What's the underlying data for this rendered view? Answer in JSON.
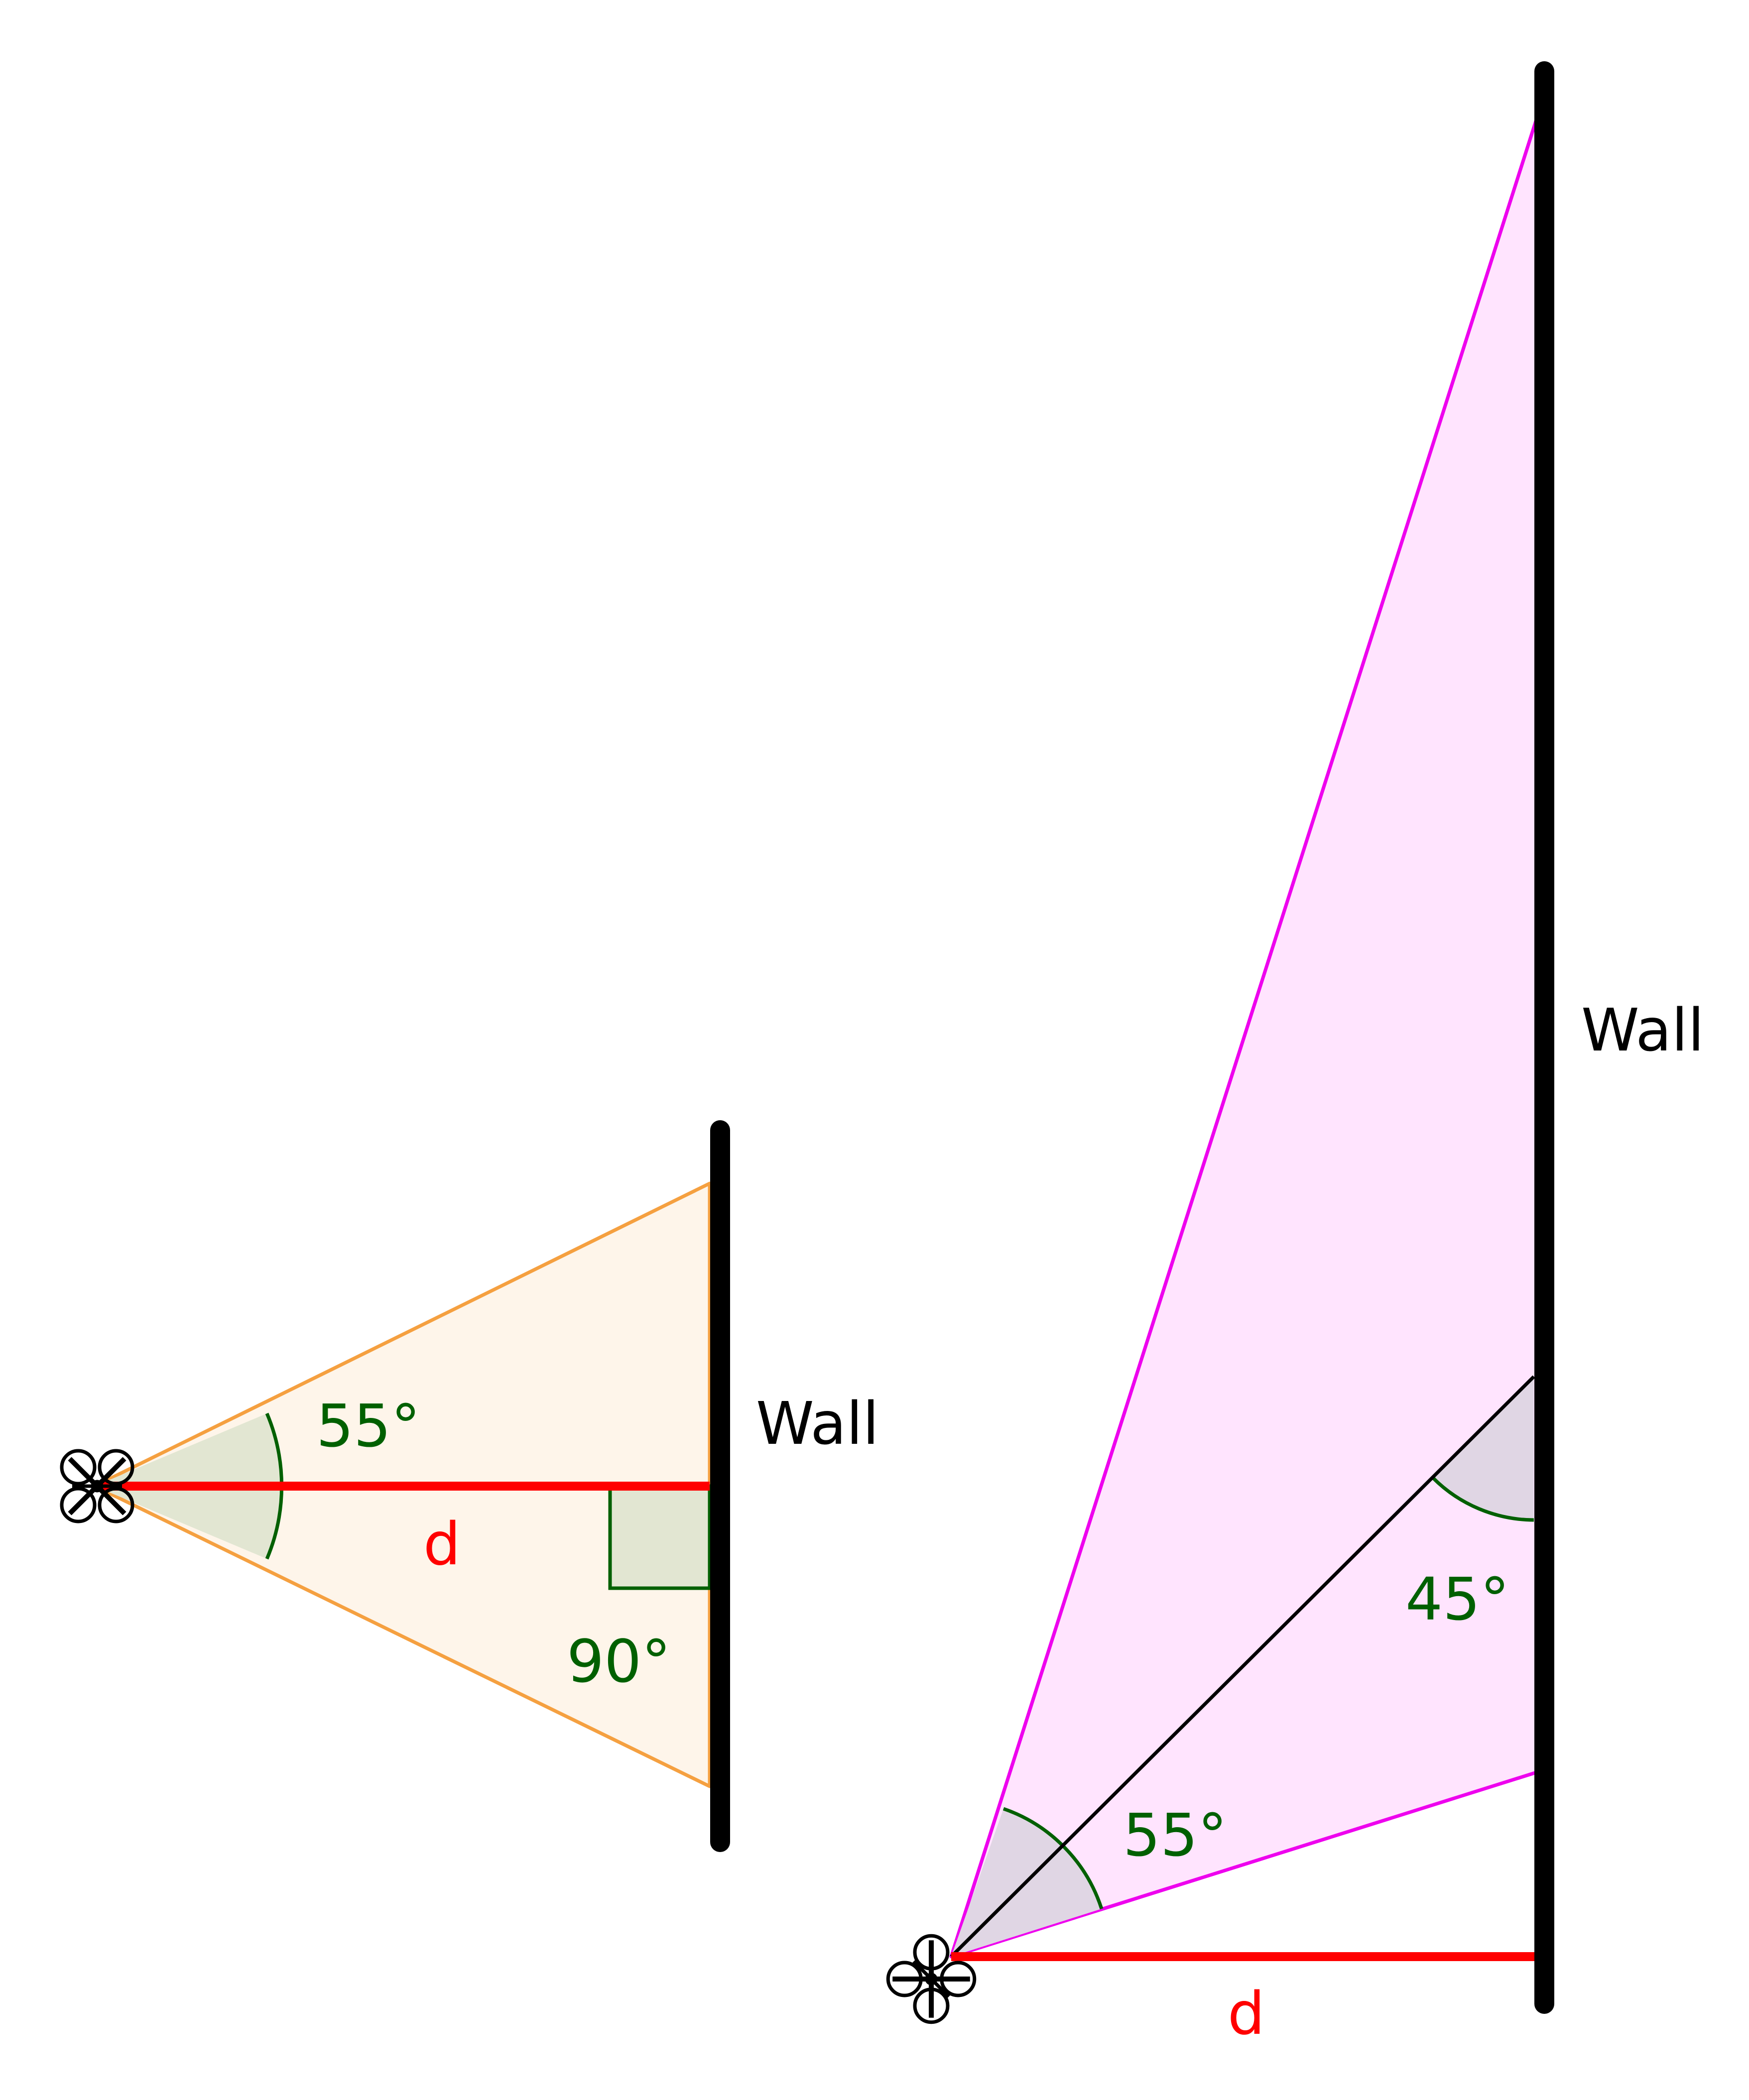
{
  "left_panel": {
    "wall_label": "Wall",
    "fov_angle_label": "55°",
    "right_angle_label": "90°",
    "distance_label": "d"
  },
  "right_panel": {
    "wall_label": "Wall",
    "fov_angle_label": "55°",
    "tilt_angle_label": "45°",
    "distance_label": "d"
  },
  "colors": {
    "wall": "#000000",
    "distance_line": "#ff0000",
    "left_fov_stroke": "#f5a040",
    "left_fov_fill": "#fef5ea",
    "right_fov_stroke": "#ee00ee",
    "right_fov_fill": "#ffe4fe",
    "angle_marker": "#006000",
    "left_angle_fill": "#e2e6d2",
    "right_angle_fill": "#e0d6e4",
    "label_text": "#000000",
    "angle_text": "#006000",
    "distance_text": "#ff0000"
  },
  "icons": {
    "drone": "drone-icon"
  }
}
